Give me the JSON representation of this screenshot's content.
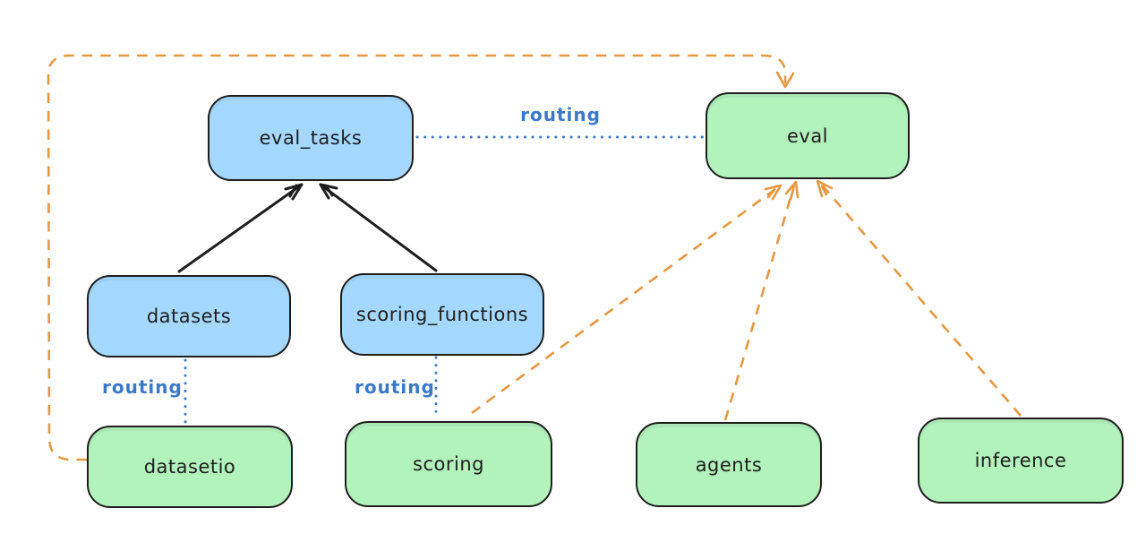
{
  "nodes": {
    "eval_tasks": {
      "label": "eval_tasks",
      "kind": "api"
    },
    "eval": {
      "label": "eval",
      "kind": "provider"
    },
    "datasets": {
      "label": "datasets",
      "kind": "api"
    },
    "scoring_functions": {
      "label": "scoring_functions",
      "kind": "api"
    },
    "datasetio": {
      "label": "datasetio",
      "kind": "provider"
    },
    "scoring": {
      "label": "scoring",
      "kind": "provider"
    },
    "agents": {
      "label": "agents",
      "kind": "provider"
    },
    "inference": {
      "label": "inference",
      "kind": "provider"
    }
  },
  "edge_labels": {
    "routing_eval_tasks_to_eval": "routing",
    "routing_datasets_to_datasetio": "routing",
    "routing_scoring_functions_to_scoring": "routing"
  },
  "edges": [
    {
      "from": "datasets",
      "to": "eval_tasks",
      "style": "solid-arrow",
      "color": "black"
    },
    {
      "from": "scoring_functions",
      "to": "eval_tasks",
      "style": "solid-arrow",
      "color": "black"
    },
    {
      "from": "eval_tasks",
      "to": "eval",
      "style": "dotted",
      "color": "blue",
      "label": "routing"
    },
    {
      "from": "datasets",
      "to": "datasetio",
      "style": "dotted",
      "color": "blue",
      "label": "routing"
    },
    {
      "from": "scoring_functions",
      "to": "scoring",
      "style": "dotted",
      "color": "blue",
      "label": "routing"
    },
    {
      "from": "datasetio",
      "to": "eval",
      "style": "dashed-arrow",
      "color": "orange"
    },
    {
      "from": "scoring",
      "to": "eval",
      "style": "dashed-arrow",
      "color": "orange"
    },
    {
      "from": "agents",
      "to": "eval",
      "style": "dashed-arrow",
      "color": "orange"
    },
    {
      "from": "inference",
      "to": "eval",
      "style": "dashed-arrow",
      "color": "orange"
    }
  ],
  "colors": {
    "api_fill": "#a5d8ff",
    "provider_fill": "#b2f2bb",
    "node_border": "#1e1e1e",
    "routing_blue": "#3a79c9",
    "orange": "#e8973f",
    "arrow_black": "#1e1e1e",
    "bg": "#ffffff"
  }
}
